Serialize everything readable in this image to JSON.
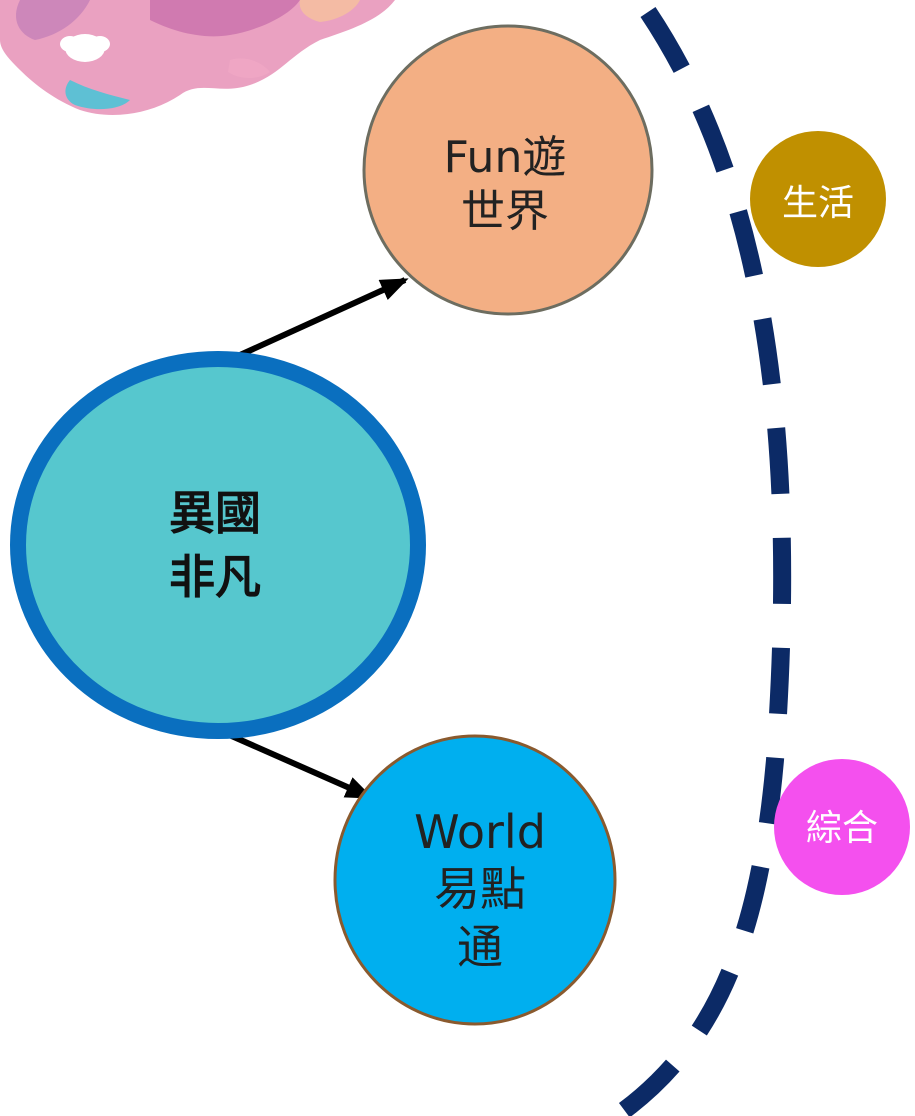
{
  "nodes": {
    "main": {
      "label": "異國\n非凡",
      "fill": "#56C7CE",
      "stroke": "#0A6FBF"
    },
    "fun": {
      "label": "Fun遊\n世界",
      "fill": "#F3AF84",
      "stroke": "#6D6D60"
    },
    "world": {
      "label": "World\n易點\n通",
      "fill": "#00AFEF",
      "stroke": "#8A5A2E"
    },
    "life": {
      "label": "生活",
      "fill": "#C09000"
    },
    "general": {
      "label": "綜合",
      "fill": "#F450EE"
    }
  },
  "edges": [
    {
      "from": "main",
      "to": "fun",
      "color": "#000000"
    },
    {
      "from": "main",
      "to": "world",
      "color": "#000000"
    }
  ],
  "boundary": {
    "style": "dashed-arc",
    "color": "#0C2A66"
  },
  "decoration": {
    "type": "watercolor-splash",
    "colors": [
      "#E98FB4",
      "#C86AA8",
      "#5FC6D8",
      "#F5C6A2"
    ]
  }
}
